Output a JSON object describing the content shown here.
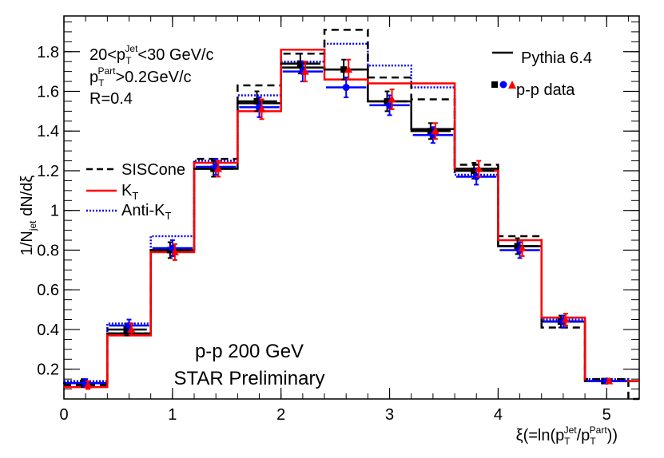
{
  "chart_data": {
    "type": "histogram-step",
    "title": "",
    "xlabel": {
      "prefix": "ξ(=ln(p",
      "sub1": "T",
      "sup1": "Jet",
      "mid": "/p",
      "sub2": "T",
      "sup2": "Part",
      "suffix": "))"
    },
    "ylabel": {
      "prefix": "1/N",
      "sub": "jet",
      "suffix": " dN/dξ"
    },
    "xlim": [
      0,
      5.3
    ],
    "ylim": [
      0.05,
      1.98
    ],
    "x_ticks": [
      0,
      1,
      2,
      3,
      4,
      5
    ],
    "y_ticks": [
      0.2,
      0.4,
      0.6,
      0.8,
      1.0,
      1.2,
      1.4,
      1.6,
      1.8
    ],
    "y_tick_labels": [
      "0.2",
      "0.4",
      "0.6",
      "0.8",
      "1",
      "1.2",
      "1.4",
      "1.6",
      "1.8"
    ],
    "bin_edges": [
      0,
      0.4,
      0.8,
      1.2,
      1.6,
      2.0,
      2.4,
      2.8,
      3.2,
      3.6,
      4.0,
      4.4,
      4.8,
      5.2,
      5.3
    ],
    "series": [
      {
        "name": "SISCone",
        "style": "dashed",
        "color": "#000000",
        "values": [
          0.12,
          0.38,
          0.8,
          1.26,
          1.63,
          1.79,
          1.91,
          1.67,
          1.56,
          1.23,
          0.87,
          0.41,
          0.15,
          0.01
        ]
      },
      {
        "name": "K",
        "name_sub": "T",
        "style": "solid",
        "color": "#ff0000",
        "values": [
          0.11,
          0.37,
          0.79,
          1.24,
          1.5,
          1.81,
          1.66,
          1.64,
          1.64,
          1.2,
          0.85,
          0.46,
          0.14,
          0.14
        ]
      },
      {
        "name": "Anti-K",
        "name_sub": "T",
        "style": "dotted",
        "color": "#0000ff",
        "values": [
          0.14,
          0.43,
          0.87,
          1.25,
          1.58,
          1.75,
          1.84,
          1.73,
          1.62,
          1.18,
          0.82,
          0.45,
          0.15,
          0.14
        ]
      },
      {
        "name": "Pythia 6.4",
        "style": "solid",
        "color": "#000000",
        "values": [
          0.13,
          0.38,
          0.8,
          1.21,
          1.54,
          1.72,
          1.71,
          1.55,
          1.41,
          1.21,
          0.82,
          0.44,
          0.14,
          0.14
        ]
      }
    ],
    "data_points": {
      "label": "p-p data",
      "x": [
        0.2,
        0.6,
        1.0,
        1.4,
        1.8,
        2.2,
        2.6,
        3.0,
        3.4,
        3.8,
        4.2,
        4.6,
        5.0
      ],
      "black": [
        0.13,
        0.4,
        0.8,
        1.21,
        1.55,
        1.74,
        1.71,
        1.55,
        1.4,
        1.2,
        0.82,
        0.44,
        0.14
      ],
      "blue": [
        0.13,
        0.42,
        0.81,
        1.22,
        1.52,
        1.7,
        1.62,
        1.53,
        1.38,
        1.17,
        0.8,
        0.44,
        0.14
      ],
      "red": [
        0.12,
        0.4,
        0.79,
        1.21,
        1.51,
        1.7,
        1.71,
        1.56,
        1.4,
        1.21,
        0.81,
        0.45,
        0.14
      ],
      "err": [
        0.02,
        0.03,
        0.04,
        0.04,
        0.05,
        0.05,
        0.05,
        0.05,
        0.04,
        0.04,
        0.04,
        0.03,
        0.01
      ]
    },
    "annotations": {
      "cut1": {
        "pre": "20<p",
        "sub": "T",
        "sup": "Jet",
        "post": "<30 GeV/c"
      },
      "cut2": {
        "pre": "p",
        "sub": "T",
        "sup": "Part",
        "post": ">0.2GeV/c"
      },
      "cut3": "R=0.4",
      "collision": "p-p 200 GeV",
      "status": "STAR Preliminary"
    },
    "legend_left": "mid-left",
    "legend_right": "top-right"
  }
}
